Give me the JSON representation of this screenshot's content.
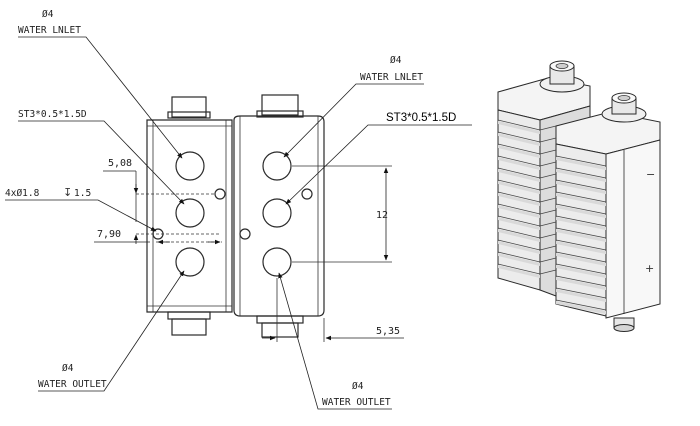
{
  "callouts": {
    "inlet_left_dia": "Ø4",
    "inlet_left_text": "WATER LNLET",
    "inlet_right_dia": "Ø4",
    "inlet_right_text": "WATER LNLET",
    "outlet_left_dia": "Ø4",
    "outlet_left_text": "WATER OUTLET",
    "outlet_right_dia": "Ø4",
    "outlet_right_text": "WATER OUTLET",
    "thread_left": "ST3*0.5*1.5D",
    "thread_right": "ST3*0.5*1.5D",
    "holes": "4xØ1.8",
    "holes_depth": "1.5"
  },
  "dimensions": {
    "d_508": "5,08",
    "d_790": "7,90",
    "d_12": "12",
    "d_535": "5,35"
  },
  "iso_view": {
    "minus": "−",
    "plus": "+"
  },
  "colors": {
    "line": "#2a2a2a",
    "iso_fill": "#f4f4f4",
    "iso_shade": "#d9d9d9"
  }
}
